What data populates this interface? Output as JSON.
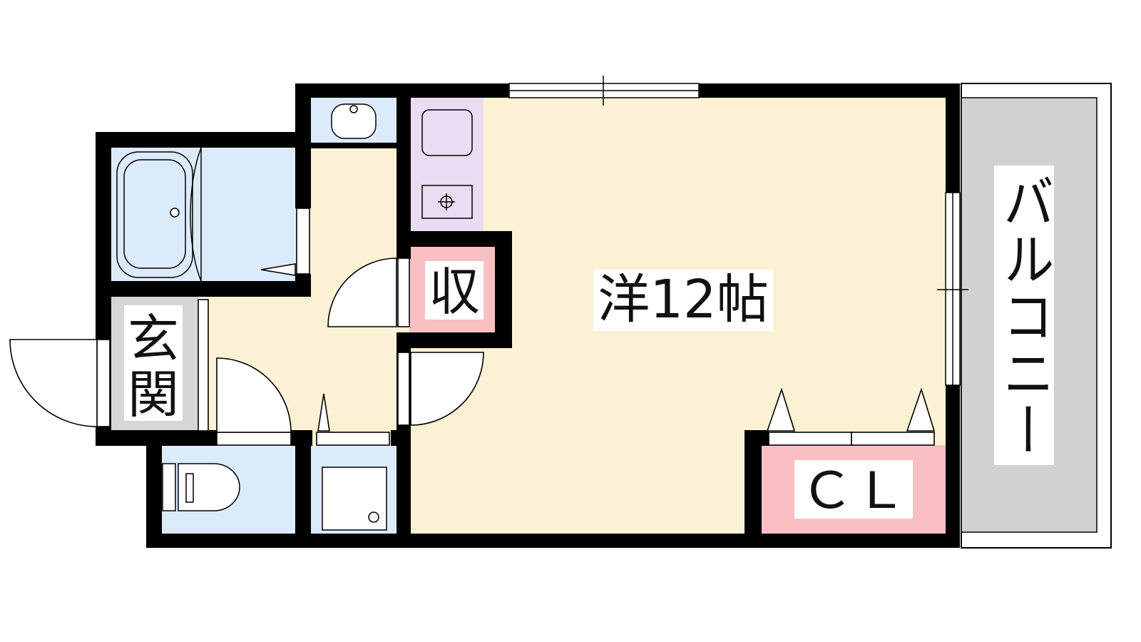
{
  "rooms": {
    "western_room": "洋12帖",
    "storage": "収",
    "closet": "ＣＬ",
    "entrance_line1": "玄",
    "entrance_line2": "関",
    "balcony": "バルコニー"
  },
  "colors": {
    "living": "#fdf1d3",
    "wet_area": "#dcebfc",
    "kitchen": "#ecdcf3",
    "storage": "#f9bfc3",
    "entrance": "#d6d6d6",
    "balcony": "#d1d1d1",
    "wall": "#000000"
  }
}
